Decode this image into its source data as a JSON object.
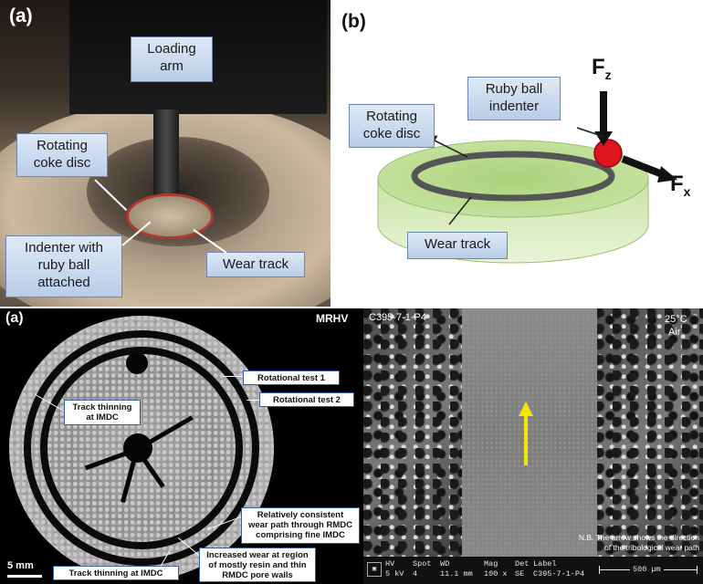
{
  "panel_a": {
    "letter": "(a)",
    "labels": {
      "loading_arm": [
        "Loading",
        "arm"
      ],
      "rotating_coke_disc": [
        "Rotating",
        "coke disc"
      ],
      "indenter": [
        "Indenter with",
        "ruby ball",
        "attached"
      ],
      "wear_track": "Wear track"
    }
  },
  "panel_b": {
    "letter": "(b)",
    "labels": {
      "ruby_ball_indenter": [
        "Ruby ball",
        "indenter"
      ],
      "rotating_coke_disc": [
        "Rotating",
        "coke disc"
      ],
      "wear_track": "Wear track"
    },
    "forces": {
      "fz_main": "F",
      "fz_sub": "z",
      "fx_main": "F",
      "fx_sub": "x"
    },
    "colors": {
      "disc_green": "#c9e4a3",
      "ball_red": "#e0141c",
      "track": "#555555"
    }
  },
  "panel_c": {
    "letter": "(a)",
    "corner_label": "MRHV",
    "scale_label": "5 mm",
    "labels": {
      "rot1": "Rotational test 1",
      "rot2": "Rotational test 2",
      "thin_left": [
        "Track thinning",
        "at IMDC"
      ],
      "consistent": [
        "Relatively consistent",
        "wear path through RMDC",
        "comprising fine IMDC"
      ],
      "increased": [
        "Increased wear at region",
        "of mostly resin and thin",
        "RMDC pore walls"
      ],
      "thin_bottom": "Track thinning at IMDC"
    }
  },
  "panel_d": {
    "sample_id": "C395-7-1-P4",
    "temperature": "25°C",
    "atmosphere": "Air",
    "note": [
      "N.B. The arrow shows the direction",
      "of the tribological wear path"
    ],
    "arrow_color": "#f2e600",
    "databar": {
      "hv": {
        "label": "HV",
        "value": "5 kV"
      },
      "spot": {
        "label": "Spot",
        "value": "4"
      },
      "wd": {
        "label": "WD",
        "value": "11.1 mm"
      },
      "mag": {
        "label": "Mag",
        "value": "100 x"
      },
      "det": {
        "label": "Det",
        "value": "SE"
      },
      "label": {
        "label": "Label",
        "value": "C395-7-1-P4"
      },
      "scale": "500 µm"
    }
  }
}
